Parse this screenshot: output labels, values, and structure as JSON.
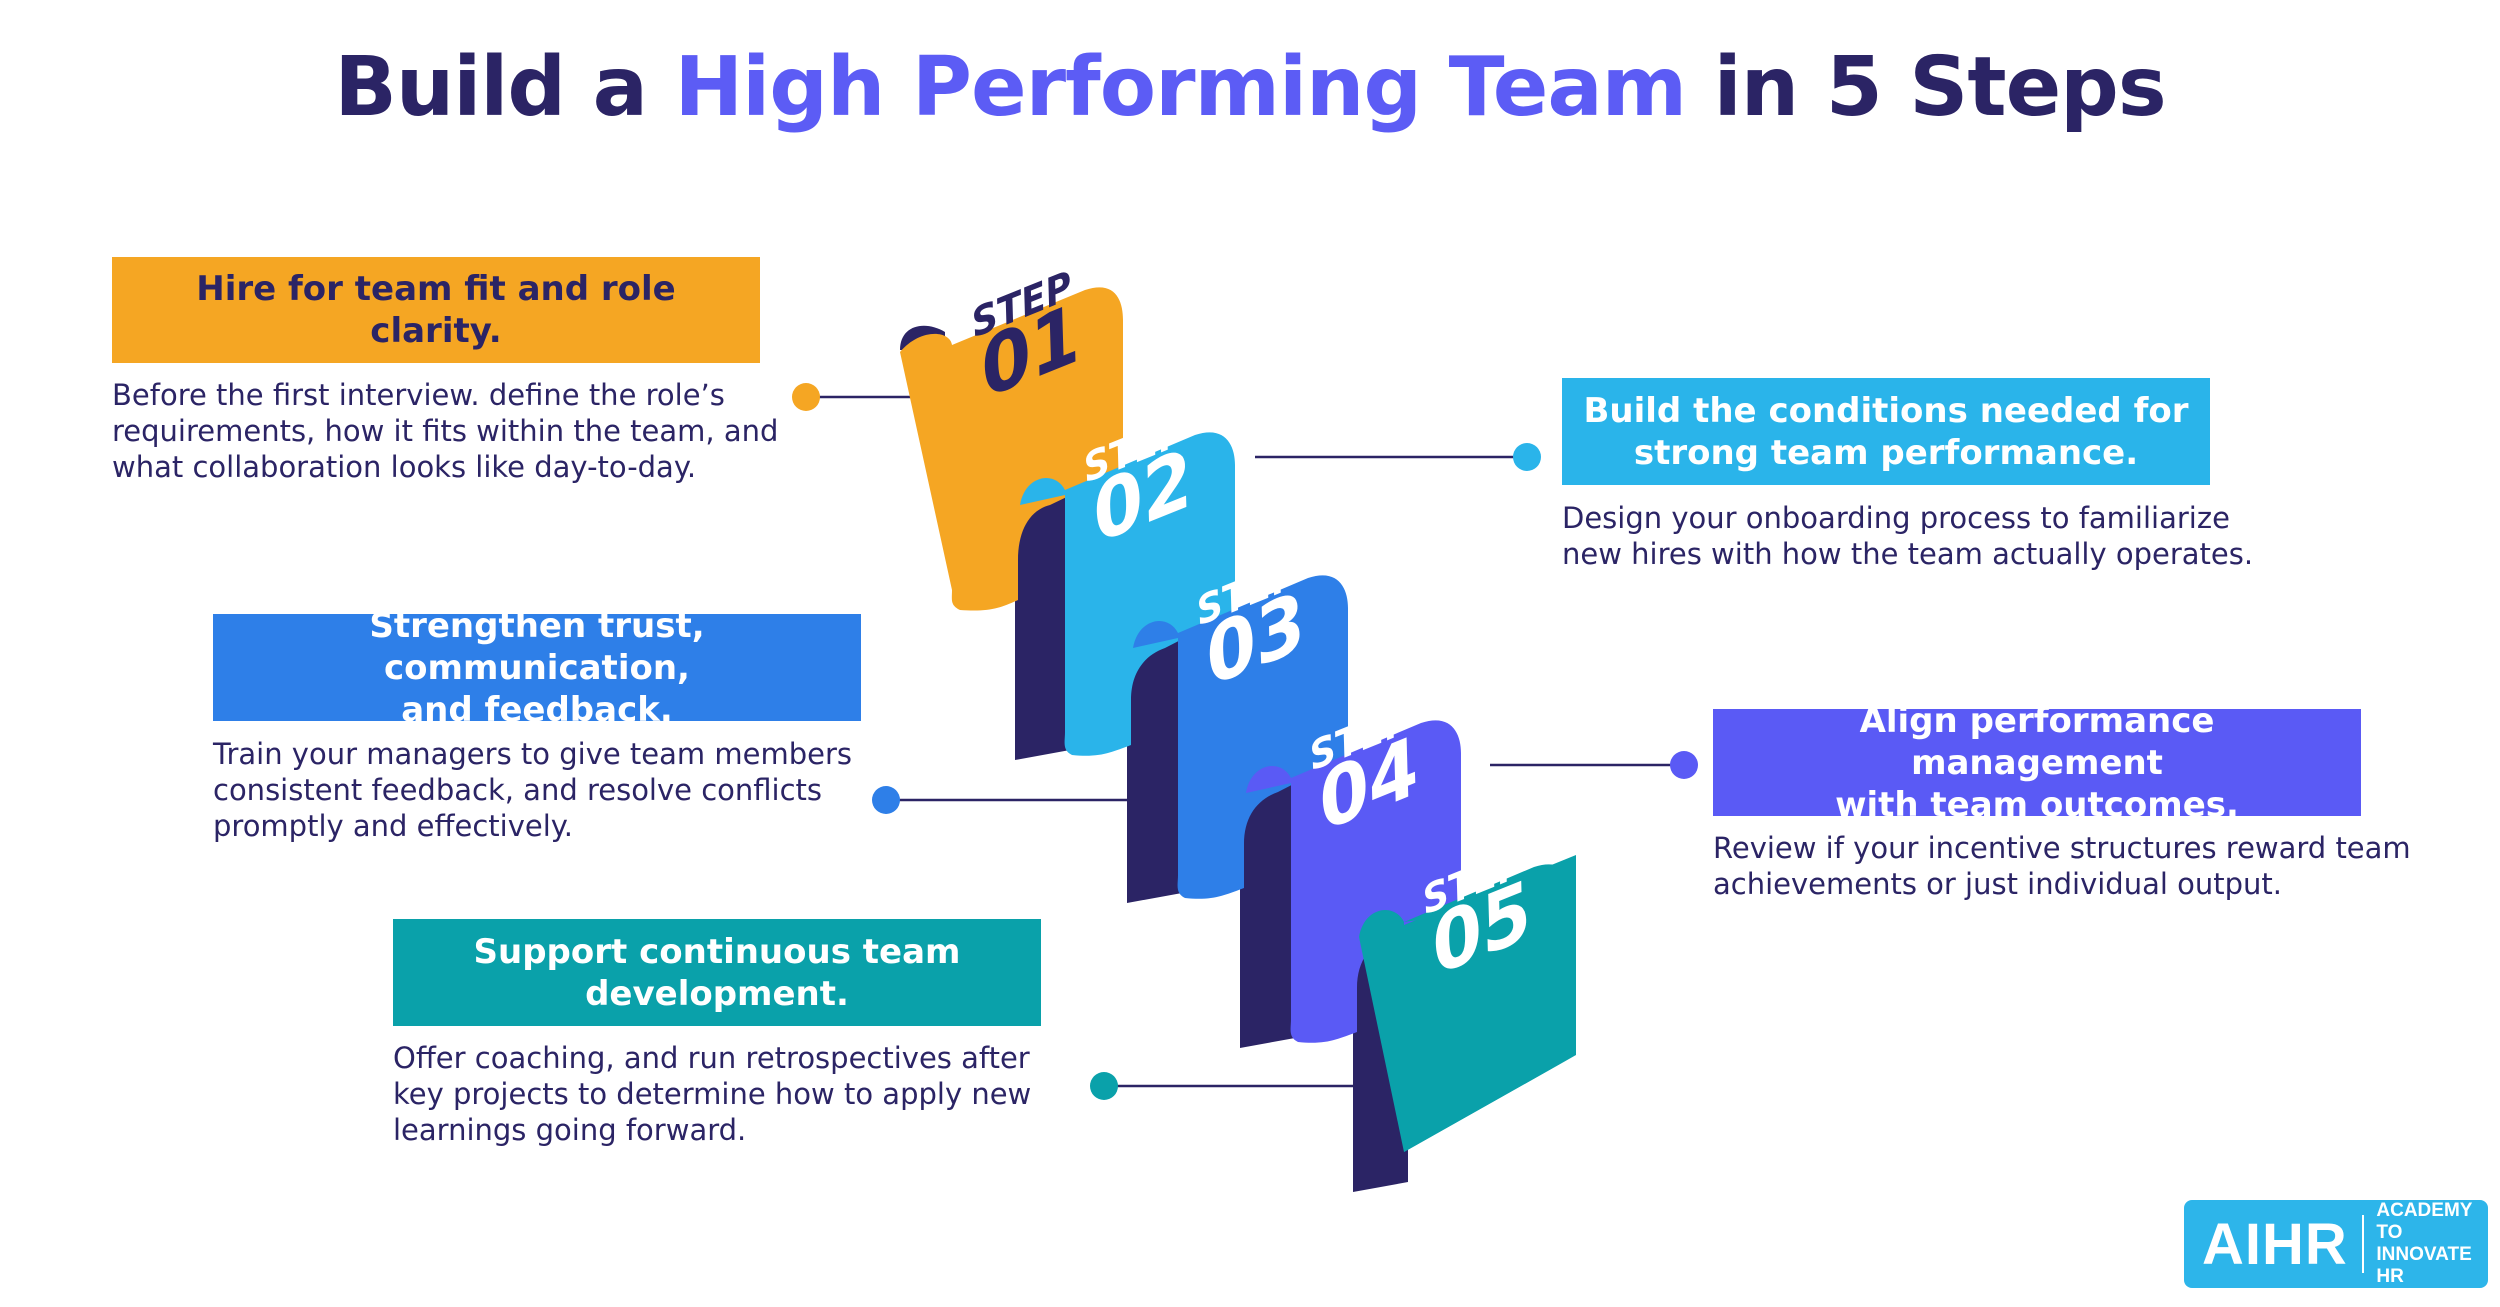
{
  "title": {
    "part1": "Build a ",
    "highlight": "High Performing Team",
    "part2": " in 5 Steps"
  },
  "colors": {
    "navy": "#2b2465",
    "accent": "#5c5cf5",
    "step1": "#f5a623",
    "step2": "#2ab4ea",
    "step3": "#2e7fe8",
    "step4": "#5a5af5",
    "step5": "#0aa1aa"
  },
  "ribbon": [
    {
      "word": "STEP",
      "number": "01"
    },
    {
      "word": "STEP",
      "number": "02"
    },
    {
      "word": "STEP",
      "number": "03"
    },
    {
      "word": "STEP",
      "number": "04"
    },
    {
      "word": "STEP",
      "number": "05"
    }
  ],
  "steps": [
    {
      "heading": "Hire for team fit and role clarity.",
      "lines": [
        "Before the first interview. define the role’s",
        "requirements, how it fits within the team, and",
        "what collaboration looks like day-to-day."
      ]
    },
    {
      "heading_lines": [
        "Build the conditions needed for",
        "strong team performance."
      ],
      "lines": [
        "Design your onboarding process to familiarize",
        "new hires with how the team actually operates."
      ]
    },
    {
      "heading_lines": [
        "Strengthen trust, communication,",
        "and feedback."
      ],
      "lines": [
        "Train your managers to give team members",
        "consistent feedback, and resolve conflicts",
        "promptly and effectively."
      ]
    },
    {
      "heading_lines": [
        "Align performance management",
        "with team outcomes."
      ],
      "lines": [
        "Review if your incentive structures reward team",
        "achievements or just individual output."
      ]
    },
    {
      "heading_lines": [
        "Support continuous team",
        "development."
      ],
      "lines": [
        "Offer coaching, and run retrospectives after",
        "key projects to determine how to apply new",
        "learnings going forward."
      ]
    }
  ],
  "logo": {
    "mark": "AIHR",
    "line1": "ACADEMY TO",
    "line2": "INNOVATE HR"
  }
}
